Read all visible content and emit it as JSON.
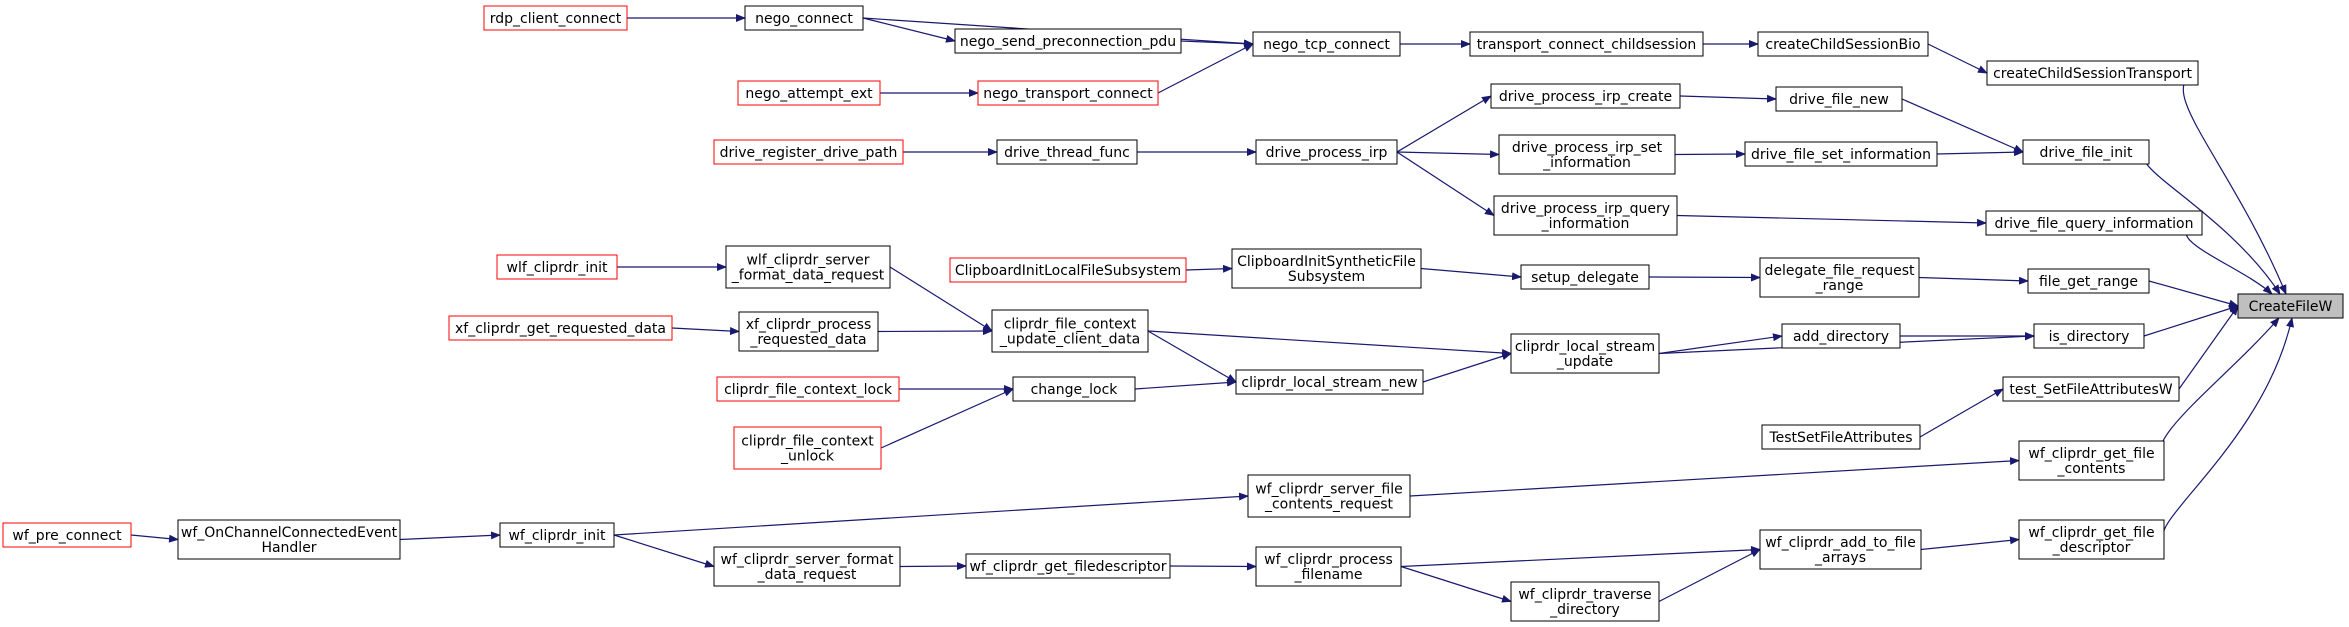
{
  "graph": {
    "colors": {
      "edge": "#191970",
      "node_border": "#000000",
      "node_border_truncated": "#ff0000",
      "root_fill": "#bfbfbf",
      "node_fill": "#ffffff"
    },
    "nodes": {
      "rdp_client_connect": [
        "rdp_client_connect"
      ],
      "nego_connect": [
        "nego_connect"
      ],
      "nego_send_preconnection_pdu": [
        "nego_send_preconnection_pdu"
      ],
      "nego_tcp_connect": [
        "nego_tcp_connect"
      ],
      "transport_connect_childsession": [
        "transport_connect_childsession"
      ],
      "createChildSessionBio": [
        "createChildSessionBio"
      ],
      "createChildSessionTransport": [
        "createChildSessionTransport"
      ],
      "nego_attempt_ext": [
        "nego_attempt_ext"
      ],
      "nego_transport_connect": [
        "nego_transport_connect"
      ],
      "drive_process_irp_create": [
        "drive_process_irp_create"
      ],
      "drive_file_new": [
        "drive_file_new"
      ],
      "drive_register_drive_path": [
        "drive_register_drive_path"
      ],
      "drive_thread_func": [
        "drive_thread_func"
      ],
      "drive_process_irp": [
        "drive_process_irp"
      ],
      "drive_process_irp_set_information": [
        "drive_process_irp_set",
        "_information"
      ],
      "drive_file_set_information": [
        "drive_file_set_information"
      ],
      "drive_file_init": [
        "drive_file_init"
      ],
      "drive_process_irp_query_information": [
        "drive_process_irp_query",
        "_information"
      ],
      "drive_file_query_information": [
        "drive_file_query_information"
      ],
      "wlf_cliprdr_init": [
        "wlf_cliprdr_init"
      ],
      "wlf_cliprdr_server_format_data_request": [
        "wlf_cliprdr_server",
        "_format_data_request"
      ],
      "ClipboardInitLocalFileSubsystem": [
        "ClipboardInitLocalFileSubsystem"
      ],
      "ClipboardInitSyntheticFileSubsystem": [
        "ClipboardInitSyntheticFile",
        "Subsystem"
      ],
      "setup_delegate": [
        "setup_delegate"
      ],
      "delegate_file_request_range": [
        "delegate_file_request",
        "_range"
      ],
      "file_get_range": [
        "file_get_range"
      ],
      "CreateFileW": [
        "CreateFileW"
      ],
      "xf_cliprdr_get_requested_data": [
        "xf_cliprdr_get_requested_data"
      ],
      "xf_cliprdr_process_requested_data": [
        "xf_cliprdr_process",
        "_requested_data"
      ],
      "cliprdr_file_context_update_client_data": [
        "cliprdr_file_context",
        "_update_client_data"
      ],
      "cliprdr_local_stream_update": [
        "cliprdr_local_stream",
        "_update"
      ],
      "add_directory": [
        "add_directory"
      ],
      "is_directory": [
        "is_directory"
      ],
      "cliprdr_file_context_lock": [
        "cliprdr_file_context_lock"
      ],
      "change_lock": [
        "change_lock"
      ],
      "cliprdr_local_stream_new": [
        "cliprdr_local_stream_new"
      ],
      "test_SetFileAttributesW": [
        "test_SetFileAttributesW"
      ],
      "TestSetFileAttributes": [
        "TestSetFileAttributes"
      ],
      "cliprdr_file_context_unlock": [
        "cliprdr_file_context",
        "_unlock"
      ],
      "wf_cliprdr_server_file_contents_request": [
        "wf_cliprdr_server_file",
        "_contents_request"
      ],
      "wf_cliprdr_get_file_contents": [
        "wf_cliprdr_get_file",
        "_contents"
      ],
      "wf_pre_connect": [
        "wf_pre_connect"
      ],
      "wf_OnChannelConnectedEventHandler": [
        "wf_OnChannelConnectedEvent",
        "Handler"
      ],
      "wf_cliprdr_init": [
        "wf_cliprdr_init"
      ],
      "wf_cliprdr_server_format_data_request": [
        "wf_cliprdr_server_format",
        "_data_request"
      ],
      "wf_cliprdr_get_filedescriptor": [
        "wf_cliprdr_get_filedescriptor"
      ],
      "wf_cliprdr_process_filename": [
        "wf_cliprdr_process",
        "_filename"
      ],
      "wf_cliprdr_add_to_file_arrays": [
        "wf_cliprdr_add_to_file",
        "_arrays"
      ],
      "wf_cliprdr_get_file_descriptor": [
        "wf_cliprdr_get_file",
        "_descriptor"
      ],
      "wf_cliprdr_traverse_directory": [
        "wf_cliprdr_traverse",
        "_directory"
      ]
    },
    "truncated": [
      "rdp_client_connect",
      "nego_attempt_ext",
      "nego_transport_connect",
      "drive_register_drive_path",
      "wlf_cliprdr_init",
      "ClipboardInitLocalFileSubsystem",
      "xf_cliprdr_get_requested_data",
      "cliprdr_file_context_lock",
      "cliprdr_file_context_unlock",
      "wf_pre_connect"
    ],
    "root": "CreateFileW",
    "edges": [
      [
        "rdp_client_connect",
        "nego_connect"
      ],
      [
        "nego_connect",
        "nego_send_preconnection_pdu"
      ],
      [
        "nego_connect",
        "nego_tcp_connect"
      ],
      [
        "nego_send_preconnection_pdu",
        "nego_tcp_connect"
      ],
      [
        "nego_transport_connect",
        "nego_tcp_connect"
      ],
      [
        "nego_attempt_ext",
        "nego_transport_connect"
      ],
      [
        "nego_tcp_connect",
        "transport_connect_childsession"
      ],
      [
        "transport_connect_childsession",
        "createChildSessionBio"
      ],
      [
        "createChildSessionBio",
        "createChildSessionTransport"
      ],
      [
        "createChildSessionTransport",
        "CreateFileW"
      ],
      [
        "drive_register_drive_path",
        "drive_thread_func"
      ],
      [
        "drive_thread_func",
        "drive_process_irp"
      ],
      [
        "drive_process_irp",
        "drive_process_irp_create"
      ],
      [
        "drive_process_irp",
        "drive_process_irp_set_information"
      ],
      [
        "drive_process_irp",
        "drive_process_irp_query_information"
      ],
      [
        "drive_process_irp_create",
        "drive_file_new"
      ],
      [
        "drive_file_new",
        "drive_file_init"
      ],
      [
        "drive_process_irp_set_information",
        "drive_file_set_information"
      ],
      [
        "drive_file_set_information",
        "drive_file_init"
      ],
      [
        "drive_file_init",
        "CreateFileW"
      ],
      [
        "drive_process_irp_query_information",
        "drive_file_query_information"
      ],
      [
        "drive_file_query_information",
        "CreateFileW"
      ],
      [
        "wlf_cliprdr_init",
        "wlf_cliprdr_server_format_data_request"
      ],
      [
        "wlf_cliprdr_server_format_data_request",
        "cliprdr_file_context_update_client_data"
      ],
      [
        "xf_cliprdr_get_requested_data",
        "xf_cliprdr_process_requested_data"
      ],
      [
        "xf_cliprdr_process_requested_data",
        "cliprdr_file_context_update_client_data"
      ],
      [
        "cliprdr_file_context_update_client_data",
        "cliprdr_local_stream_update"
      ],
      [
        "cliprdr_file_context_update_client_data",
        "cliprdr_local_stream_new"
      ],
      [
        "ClipboardInitLocalFileSubsystem",
        "ClipboardInitSyntheticFileSubsystem"
      ],
      [
        "ClipboardInitSyntheticFileSubsystem",
        "setup_delegate"
      ],
      [
        "setup_delegate",
        "delegate_file_request_range"
      ],
      [
        "delegate_file_request_range",
        "file_get_range"
      ],
      [
        "file_get_range",
        "CreateFileW"
      ],
      [
        "cliprdr_local_stream_update",
        "add_directory"
      ],
      [
        "cliprdr_local_stream_update",
        "is_directory"
      ],
      [
        "add_directory",
        "is_directory"
      ],
      [
        "is_directory",
        "CreateFileW"
      ],
      [
        "cliprdr_file_context_lock",
        "change_lock"
      ],
      [
        "cliprdr_file_context_unlock",
        "change_lock"
      ],
      [
        "change_lock",
        "cliprdr_local_stream_new"
      ],
      [
        "cliprdr_local_stream_new",
        "cliprdr_local_stream_update"
      ],
      [
        "test_SetFileAttributesW",
        "CreateFileW"
      ],
      [
        "TestSetFileAttributes",
        "test_SetFileAttributesW"
      ],
      [
        "wf_pre_connect",
        "wf_OnChannelConnectedEventHandler"
      ],
      [
        "wf_OnChannelConnectedEventHandler",
        "wf_cliprdr_init"
      ],
      [
        "wf_cliprdr_init",
        "wf_cliprdr_server_file_contents_request"
      ],
      [
        "wf_cliprdr_init",
        "wf_cliprdr_server_format_data_request"
      ],
      [
        "wf_cliprdr_server_file_contents_request",
        "wf_cliprdr_get_file_contents"
      ],
      [
        "wf_cliprdr_get_file_contents",
        "CreateFileW"
      ],
      [
        "wf_cliprdr_server_format_data_request",
        "wf_cliprdr_get_filedescriptor"
      ],
      [
        "wf_cliprdr_get_filedescriptor",
        "wf_cliprdr_process_filename"
      ],
      [
        "wf_cliprdr_process_filename",
        "wf_cliprdr_add_to_file_arrays"
      ],
      [
        "wf_cliprdr_process_filename",
        "wf_cliprdr_traverse_directory"
      ],
      [
        "wf_cliprdr_traverse_directory",
        "wf_cliprdr_add_to_file_arrays"
      ],
      [
        "wf_cliprdr_add_to_file_arrays",
        "wf_cliprdr_get_file_descriptor"
      ],
      [
        "wf_cliprdr_get_file_descriptor",
        "CreateFileW"
      ]
    ]
  }
}
